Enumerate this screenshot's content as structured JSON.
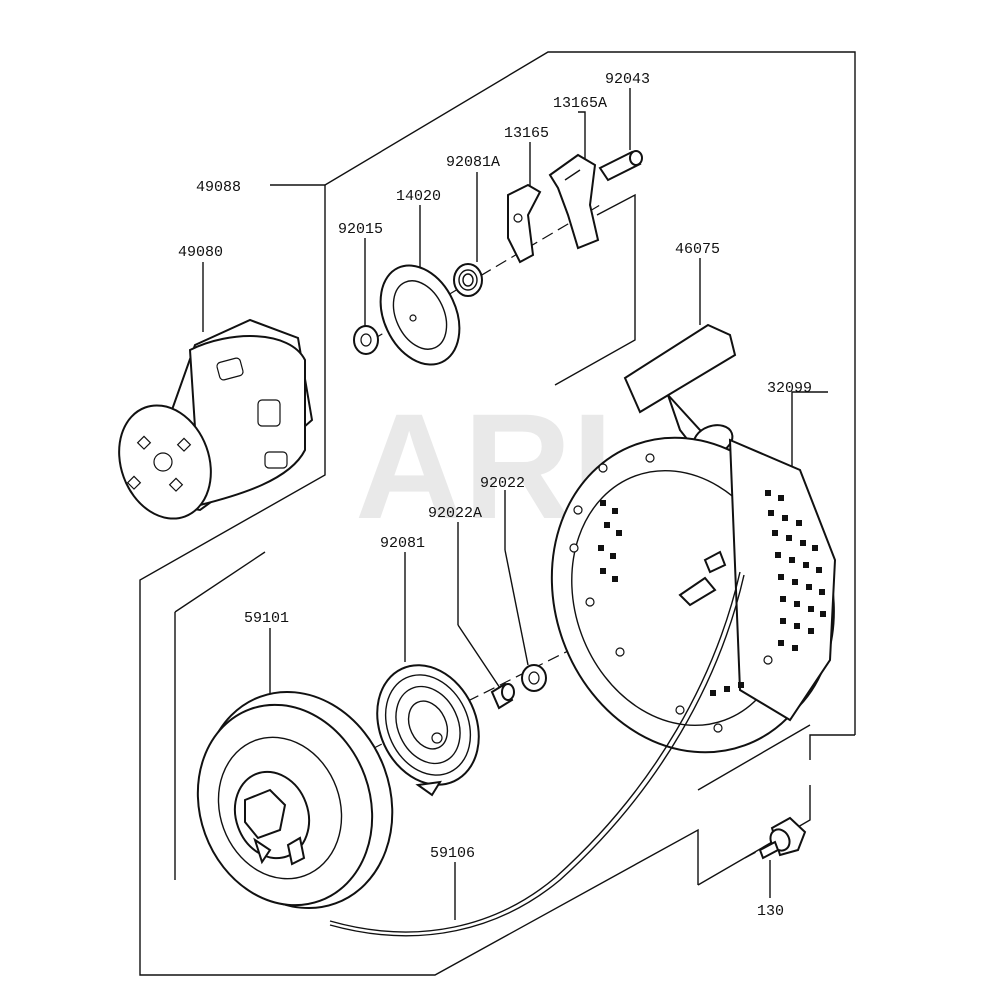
{
  "watermark": "ARI",
  "parts": {
    "recoil_assembly": "49088",
    "pulley_cup": "49080",
    "nut": "92015",
    "plate": "14020",
    "spring_ratchet": "92081A",
    "ratchet": "13165",
    "ratchet_a": "13165A",
    "pin": "92043",
    "handle": "46075",
    "case": "32099",
    "collar": "92022",
    "collar_a": "92022A",
    "spiral_spring": "92081",
    "reel": "59101",
    "rope": "59106",
    "bolt": "130"
  }
}
